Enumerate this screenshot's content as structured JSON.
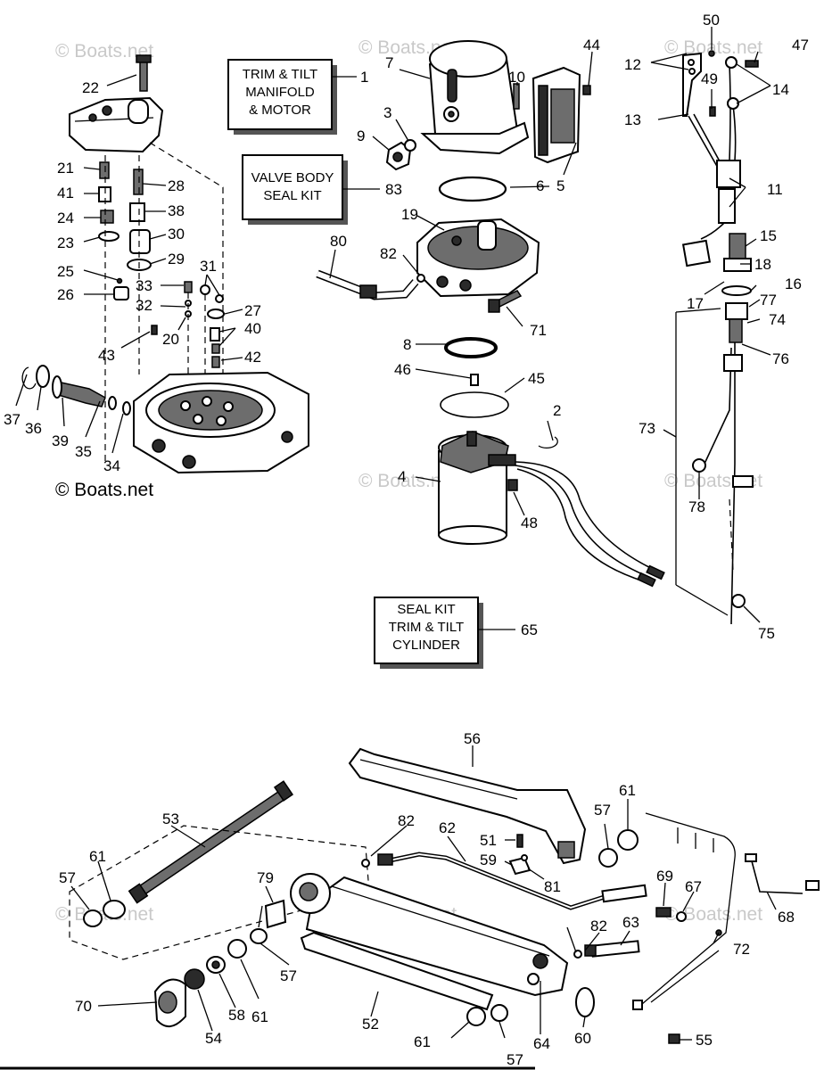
{
  "watermark": {
    "text": "© Boats.net",
    "brand": "Boats.net"
  },
  "kits": [
    {
      "id": "kit-1",
      "lines": [
        "TRIM & TILT",
        "MANIFOLD",
        "& MOTOR"
      ],
      "callout": "1"
    },
    {
      "id": "kit-83",
      "lines": [
        "VALVE BODY",
        "SEAL KIT"
      ],
      "callout": "83"
    },
    {
      "id": "kit-65",
      "lines": [
        "SEAL KIT",
        "TRIM & TILT",
        "CYLINDER"
      ],
      "callout": "65"
    }
  ],
  "callouts": [
    "1",
    "2",
    "3",
    "4",
    "5",
    "6",
    "7",
    "8",
    "9",
    "10",
    "11",
    "12",
    "13",
    "14",
    "15",
    "16",
    "17",
    "18",
    "19",
    "20",
    "21",
    "22",
    "23",
    "24",
    "25",
    "26",
    "27",
    "28",
    "29",
    "30",
    "31",
    "32",
    "33",
    "34",
    "35",
    "36",
    "37",
    "38",
    "39",
    "40",
    "41",
    "42",
    "43",
    "44",
    "45",
    "46",
    "47",
    "48",
    "49",
    "50",
    "51",
    "52",
    "53",
    "54",
    "55",
    "56",
    "57",
    "58",
    "59",
    "60",
    "61",
    "62",
    "63",
    "64",
    "65",
    "67",
    "68",
    "69",
    "70",
    "71",
    "72",
    "73",
    "74",
    "75",
    "76",
    "77",
    "78",
    "79",
    "80",
    "81",
    "82"
  ],
  "colors": {
    "ink": "#000000",
    "paper": "#ffffff",
    "watermark": "#c9c9c9",
    "box_shadow": "#555555"
  }
}
